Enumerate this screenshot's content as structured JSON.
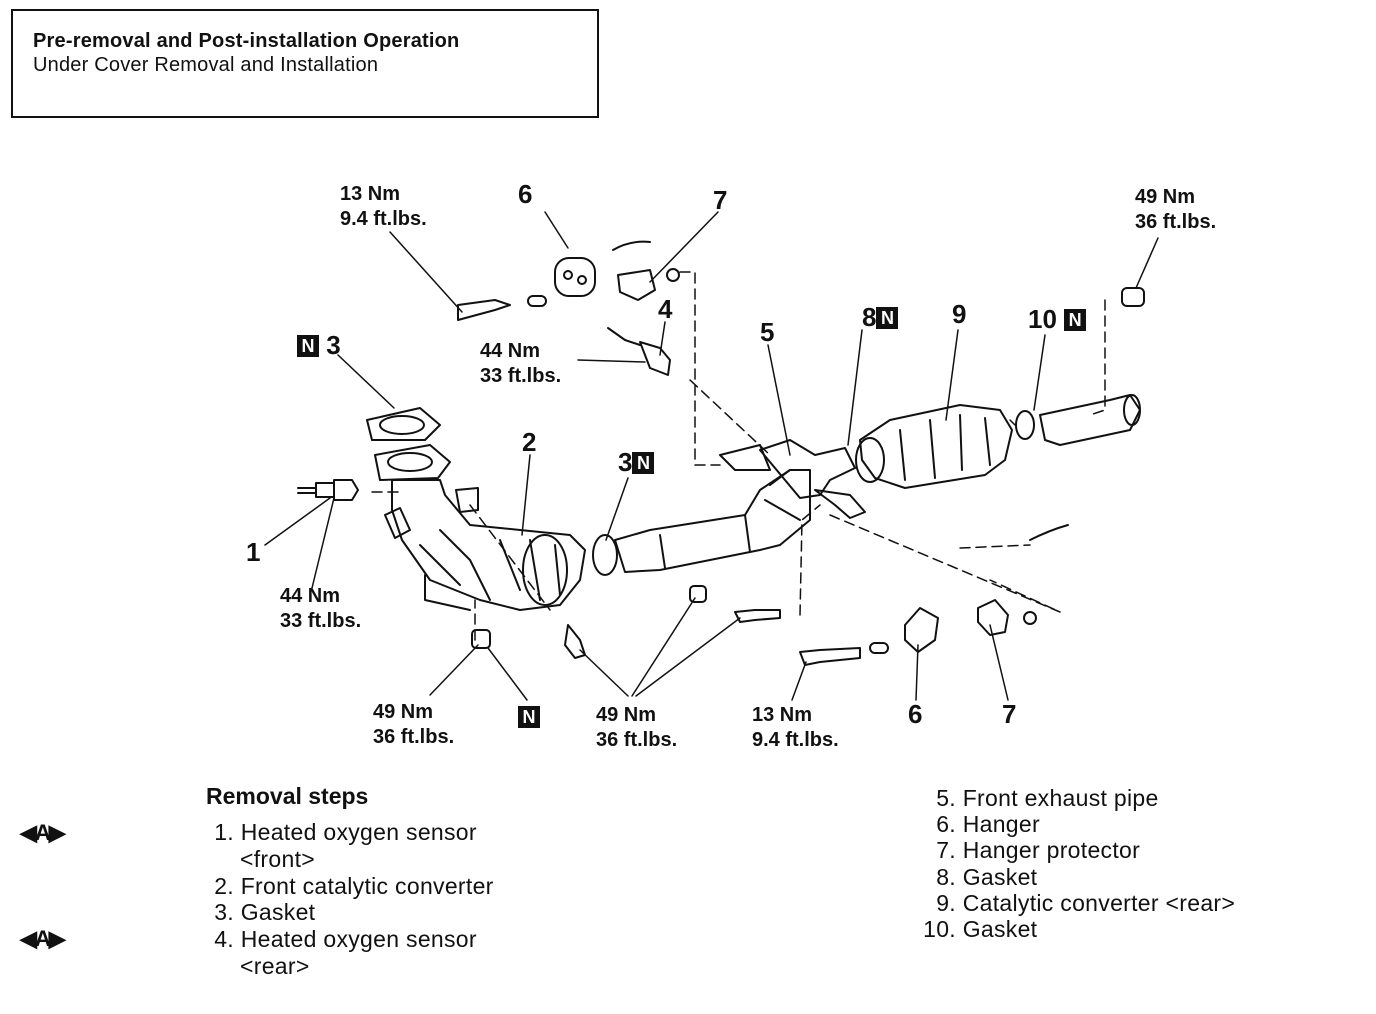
{
  "header": {
    "title": "Pre-removal and Post-installation Operation",
    "subtitle": "Under Cover Removal and Installation"
  },
  "callouts": {
    "torque_13_top": [
      "13 Nm",
      "9.4 ft.lbs."
    ],
    "torque_49_top": [
      "49 Nm",
      "36 ft.lbs."
    ],
    "torque_44_mid": [
      "44 Nm",
      "33 ft.lbs."
    ],
    "torque_44_left": [
      "44 Nm",
      "33 ft.lbs."
    ],
    "torque_49_left": [
      "49 Nm",
      "36 ft.lbs."
    ],
    "torque_49_center": [
      "49 Nm",
      "36 ft.lbs."
    ],
    "torque_13_bottom": [
      "13 Nm",
      "9.4 ft.lbs."
    ],
    "n_badge": "N",
    "part_numbers": {
      "p1": "1",
      "p2": "2",
      "p3a": "3",
      "p3b": "3",
      "p4": "4",
      "p5": "5",
      "p6a": "6",
      "p6b": "6",
      "p7a": "7",
      "p7b": "7",
      "p8": "8",
      "p9": "9",
      "p10": "10"
    }
  },
  "removal_steps": {
    "title": "Removal steps",
    "marker": "◀A▶",
    "left": [
      {
        "n": "1.",
        "text": "Heated oxygen sensor",
        "sub": "<front>"
      },
      {
        "n": "2.",
        "text": "Front catalytic converter"
      },
      {
        "n": "3.",
        "text": "Gasket"
      },
      {
        "n": "4.",
        "text": "Heated oxygen sensor",
        "sub": "<rear>"
      }
    ],
    "right": [
      {
        "n": "5.",
        "text": "Front exhaust pipe"
      },
      {
        "n": "6.",
        "text": "Hanger"
      },
      {
        "n": "7.",
        "text": "Hanger protector"
      },
      {
        "n": "8.",
        "text": "Gasket"
      },
      {
        "n": "9.",
        "text": "Catalytic converter <rear>"
      },
      {
        "n": "10.",
        "text": "Gasket"
      }
    ]
  }
}
